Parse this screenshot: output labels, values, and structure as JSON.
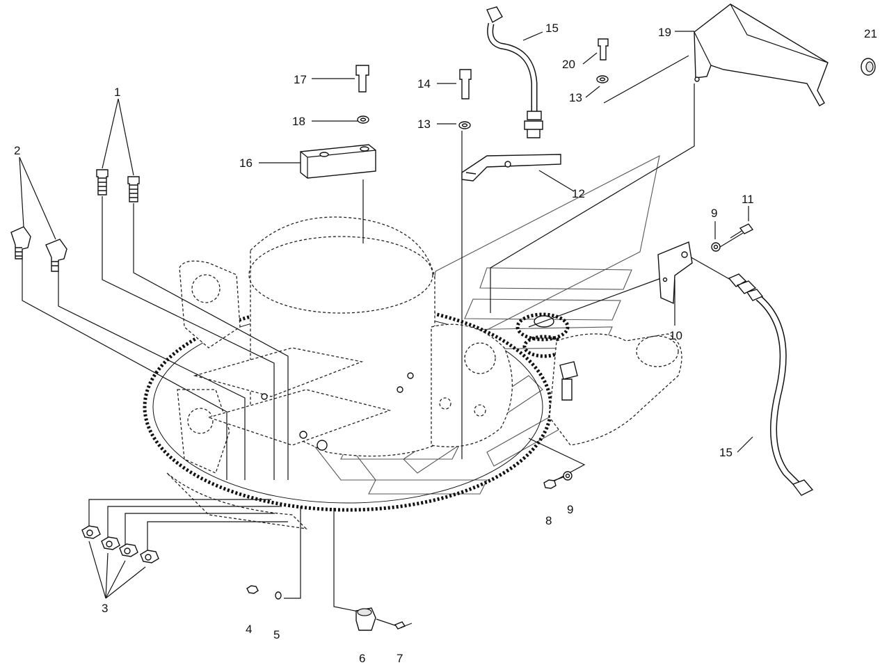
{
  "diagram": {
    "callouts": [
      {
        "id": "c1",
        "text": "1"
      },
      {
        "id": "c2",
        "text": "2"
      },
      {
        "id": "c3",
        "text": "3"
      },
      {
        "id": "c4",
        "text": "4"
      },
      {
        "id": "c5",
        "text": "5"
      },
      {
        "id": "c6",
        "text": "6"
      },
      {
        "id": "c7",
        "text": "7"
      },
      {
        "id": "c8",
        "text": "8"
      },
      {
        "id": "c9a",
        "text": "9"
      },
      {
        "id": "c9b",
        "text": "9"
      },
      {
        "id": "c10",
        "text": "10"
      },
      {
        "id": "c11",
        "text": "11"
      },
      {
        "id": "c12",
        "text": "12"
      },
      {
        "id": "c13a",
        "text": "13"
      },
      {
        "id": "c13b",
        "text": "13"
      },
      {
        "id": "c14",
        "text": "14"
      },
      {
        "id": "c15a",
        "text": "15"
      },
      {
        "id": "c15b",
        "text": "15"
      },
      {
        "id": "c16",
        "text": "16"
      },
      {
        "id": "c17",
        "text": "17"
      },
      {
        "id": "c18",
        "text": "18"
      },
      {
        "id": "c19",
        "text": "19"
      },
      {
        "id": "c20",
        "text": "20"
      },
      {
        "id": "c21",
        "text": "21"
      }
    ]
  }
}
